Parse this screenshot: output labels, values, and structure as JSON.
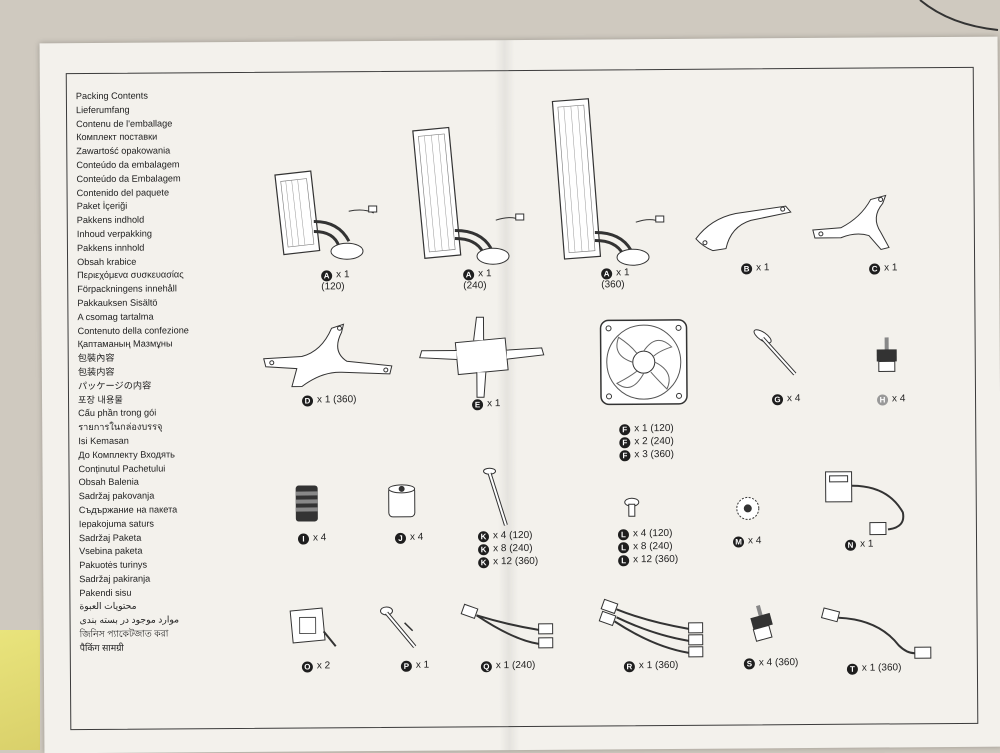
{
  "languages": [
    "Packing Contents",
    "Lieferumfang",
    "Contenu de l'emballage",
    "Комплект поставки",
    "Zawartość opakowania",
    "Conteúdo da embalagem",
    "Conteúdo da Embalagem",
    "Contenido del paquete",
    "Paket İçeriği",
    "Pakkens indhold",
    "Inhoud verpakking",
    "Pakkens innhold",
    "Obsah krabice",
    "Περιεχόμενα συσκευασίας",
    "Förpackningens innehåll",
    "Pakkauksen Sisältö",
    "A csomag tartalma",
    "Contenuto della confezione",
    "Қаптаманың Мазмұны",
    "包裝內容",
    "包装内容",
    "パッケージの内容",
    "포장 내용물",
    "Cấu phần trong gói",
    "รายการในกล่องบรรจุ",
    "Isi Kemasan",
    "До Комплекту Входять",
    "Conținutul Pachetului",
    "Obsah Balenia",
    "Sadržaj pakovanja",
    "Съдържание на пакета",
    "Iepakojuma saturs",
    "Sadržaj Paketa",
    "Vsebina paketa",
    "Pakuotės turinys",
    "Sadržaj pakiranja",
    "Pakendi sisu",
    "محتويات العبوة",
    "موارد موجود در بسته بندی",
    "জিনিস প্যাকেটজাত করা",
    "पैकिंग सामग्री"
  ],
  "parts": {
    "a120": {
      "letter": "A",
      "qty": "x 1",
      "sub": "(120)"
    },
    "a240": {
      "letter": "A",
      "qty": "x 1",
      "sub": "(240)"
    },
    "a360": {
      "letter": "A",
      "qty": "x 1",
      "sub": "(360)"
    },
    "b": {
      "letter": "B",
      "qty": "x 1"
    },
    "c": {
      "letter": "C",
      "qty": "x 1"
    },
    "d": {
      "letter": "D",
      "qty": "x 1 (360)"
    },
    "e": {
      "letter": "E",
      "qty": "x 1"
    },
    "f": {
      "letter": "F",
      "lines": [
        "x 1 (120)",
        "x 2 (240)",
        "x 3 (360)"
      ]
    },
    "g": {
      "letter": "G",
      "qty": "x 4"
    },
    "h": {
      "letter": "H",
      "qty": "x 4"
    },
    "i": {
      "letter": "I",
      "qty": "x 4"
    },
    "j": {
      "letter": "J",
      "qty": "x 4"
    },
    "k": {
      "letter": "K",
      "lines": [
        "x 4 (120)",
        "x 8 (240)",
        "x 12 (360)"
      ]
    },
    "l": {
      "letter": "L",
      "lines": [
        "x 4 (120)",
        "x 8 (240)",
        "x 12 (360)"
      ]
    },
    "m": {
      "letter": "M",
      "qty": "x 4"
    },
    "n": {
      "letter": "N",
      "qty": "x 1"
    },
    "o": {
      "letter": "O",
      "qty": "x 2"
    },
    "p": {
      "letter": "P",
      "qty": "x 1"
    },
    "q": {
      "letter": "Q",
      "qty": "x 1 (240)"
    },
    "r": {
      "letter": "R",
      "qty": "x 1 (360)"
    },
    "s": {
      "letter": "S",
      "qty": "x 4 (360)"
    },
    "t": {
      "letter": "T",
      "qty": "x 1 (360)"
    }
  }
}
